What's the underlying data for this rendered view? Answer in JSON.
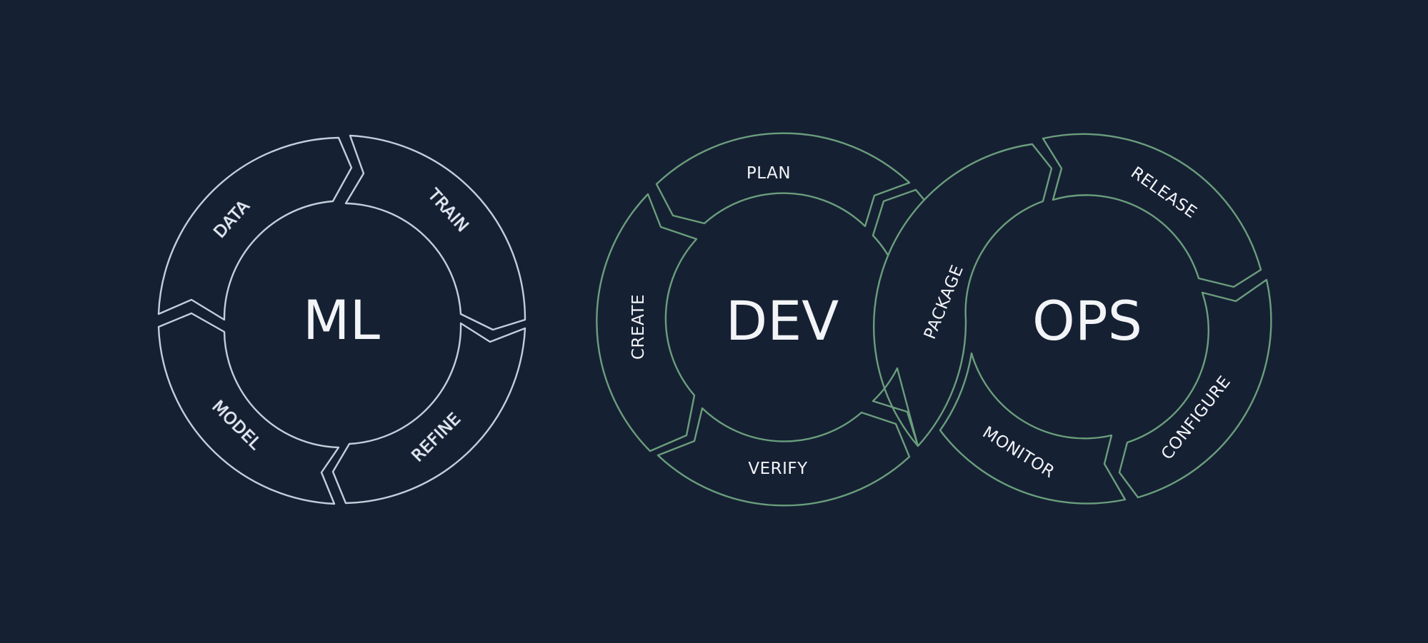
{
  "colors": {
    "background": "#162033",
    "ml_stroke": "#c3cddb",
    "devops_stroke": "#6a9e7c",
    "text": "#f2f4f7"
  },
  "ml_cycle": {
    "center_label": "ML",
    "segments": [
      {
        "label": "DATA"
      },
      {
        "label": "TRAIN"
      },
      {
        "label": "REFINE"
      },
      {
        "label": "MODEL"
      }
    ]
  },
  "dev_cycle": {
    "center_label": "DEV",
    "segments": [
      {
        "label": "PLAN"
      },
      {
        "label": "CREATE"
      },
      {
        "label": "VERIFY"
      }
    ]
  },
  "ops_cycle": {
    "center_label": "OPS",
    "segments": [
      {
        "label": "PACKAGE"
      },
      {
        "label": "RELEASE"
      },
      {
        "label": "CONFIGURE"
      },
      {
        "label": "MONITOR"
      }
    ]
  }
}
